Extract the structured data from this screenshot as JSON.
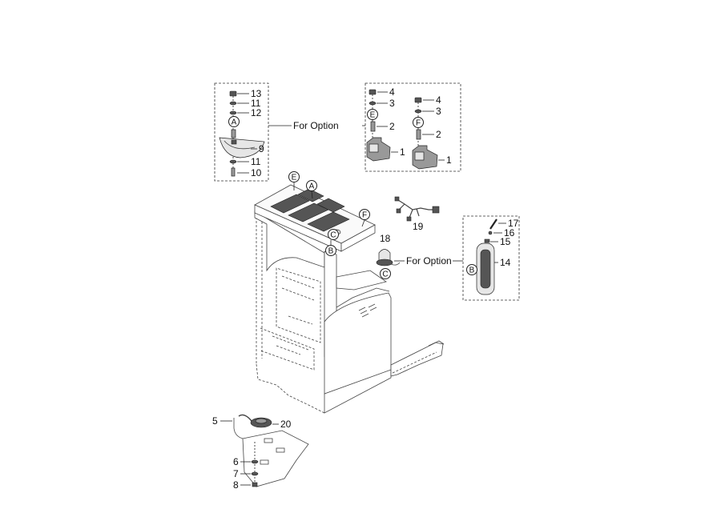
{
  "option_box_a": {
    "parts": [
      "13",
      "11",
      "12",
      "9",
      "11",
      "10"
    ],
    "ref": "A"
  },
  "option_note_top": "For Option",
  "option_box_ef": {
    "left": {
      "parts": [
        "4",
        "3",
        "2",
        "1"
      ],
      "ref": "E"
    },
    "right": {
      "parts": [
        "4",
        "3",
        "2",
        "1"
      ],
      "ref": "F"
    }
  },
  "truck": {
    "refs": [
      "E",
      "A",
      "F",
      "C",
      "B"
    ]
  },
  "harness": {
    "part": "19"
  },
  "beacon": {
    "part": "18",
    "ref": "C"
  },
  "option_note_side": "For Option",
  "option_box_b": {
    "parts": [
      "17",
      "16",
      "15",
      "14"
    ],
    "ref": "B"
  },
  "switch_assembly": {
    "parts": [
      "5",
      "20",
      "6",
      "7",
      "8"
    ]
  }
}
